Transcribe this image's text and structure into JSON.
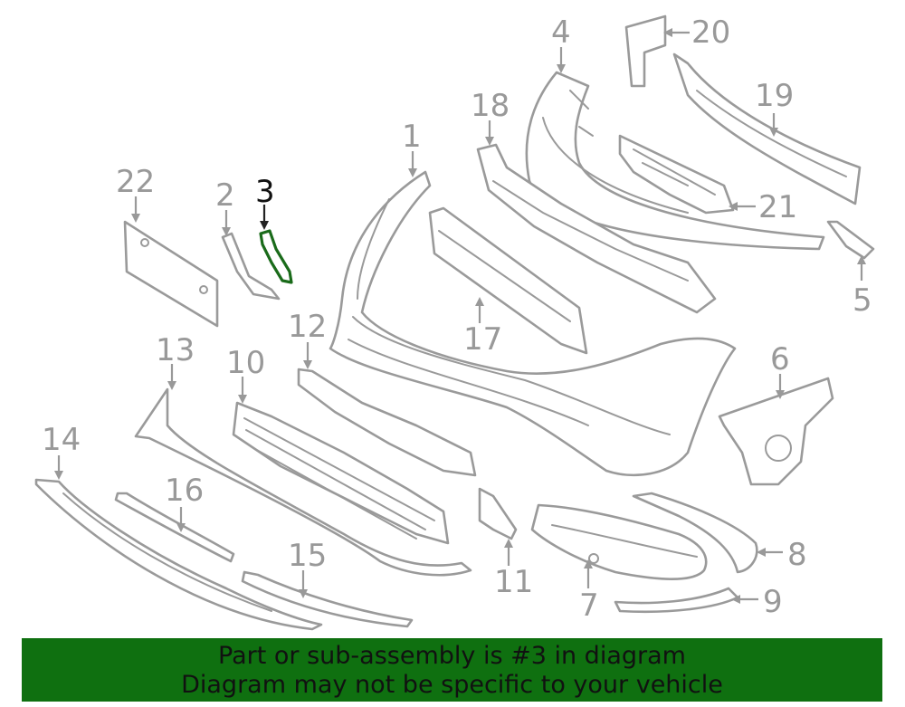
{
  "diagram": {
    "highlight_color": "#1a6b1a",
    "line_color": "#9a9a9a",
    "callouts": [
      "1",
      "2",
      "3",
      "4",
      "5",
      "6",
      "7",
      "8",
      "9",
      "10",
      "11",
      "12",
      "13",
      "14",
      "15",
      "16",
      "17",
      "18",
      "19",
      "20",
      "21",
      "22"
    ],
    "highlighted_callout": "3"
  },
  "banner": {
    "background": "#0f7010",
    "line1": "Part or sub-assembly is #3 in diagram",
    "line2": "Diagram may not be specific to your vehicle"
  }
}
